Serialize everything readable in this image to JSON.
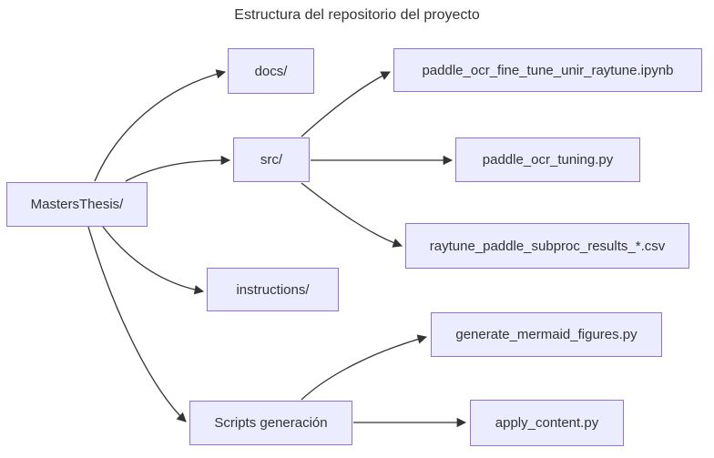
{
  "diagram": {
    "title": "Estructura del repositorio del proyecto",
    "type": "flowchart",
    "direction": "left-to-right",
    "colors": {
      "node_fill": "#ECECFF",
      "node_border": "#9370DB",
      "edge_stroke": "#333333",
      "text": "#333333",
      "background": "#ffffff"
    },
    "nodes": {
      "masters": {
        "label": "MastersThesis/"
      },
      "docs": {
        "label": "docs/"
      },
      "src": {
        "label": "src/"
      },
      "instructions": {
        "label": "instructions/"
      },
      "scripts": {
        "label": "Scripts generación"
      },
      "ipynb": {
        "label": "paddle_ocr_fine_tune_unir_raytune.ipynb"
      },
      "tuning": {
        "label": "paddle_ocr_tuning.py"
      },
      "csv": {
        "label": "raytune_paddle_subproc_results_*.csv"
      },
      "generate": {
        "label": "generate_mermaid_figures.py"
      },
      "apply": {
        "label": "apply_content.py"
      }
    },
    "edges": [
      {
        "from": "MastersThesis/",
        "to": "docs/"
      },
      {
        "from": "MastersThesis/",
        "to": "src/"
      },
      {
        "from": "MastersThesis/",
        "to": "instructions/"
      },
      {
        "from": "MastersThesis/",
        "to": "Scripts generación"
      },
      {
        "from": "src/",
        "to": "paddle_ocr_fine_tune_unir_raytune.ipynb"
      },
      {
        "from": "src/",
        "to": "paddle_ocr_tuning.py"
      },
      {
        "from": "src/",
        "to": "raytune_paddle_subproc_results_*.csv"
      },
      {
        "from": "Scripts generación",
        "to": "generate_mermaid_figures.py"
      },
      {
        "from": "Scripts generación",
        "to": "apply_content.py"
      }
    ]
  }
}
